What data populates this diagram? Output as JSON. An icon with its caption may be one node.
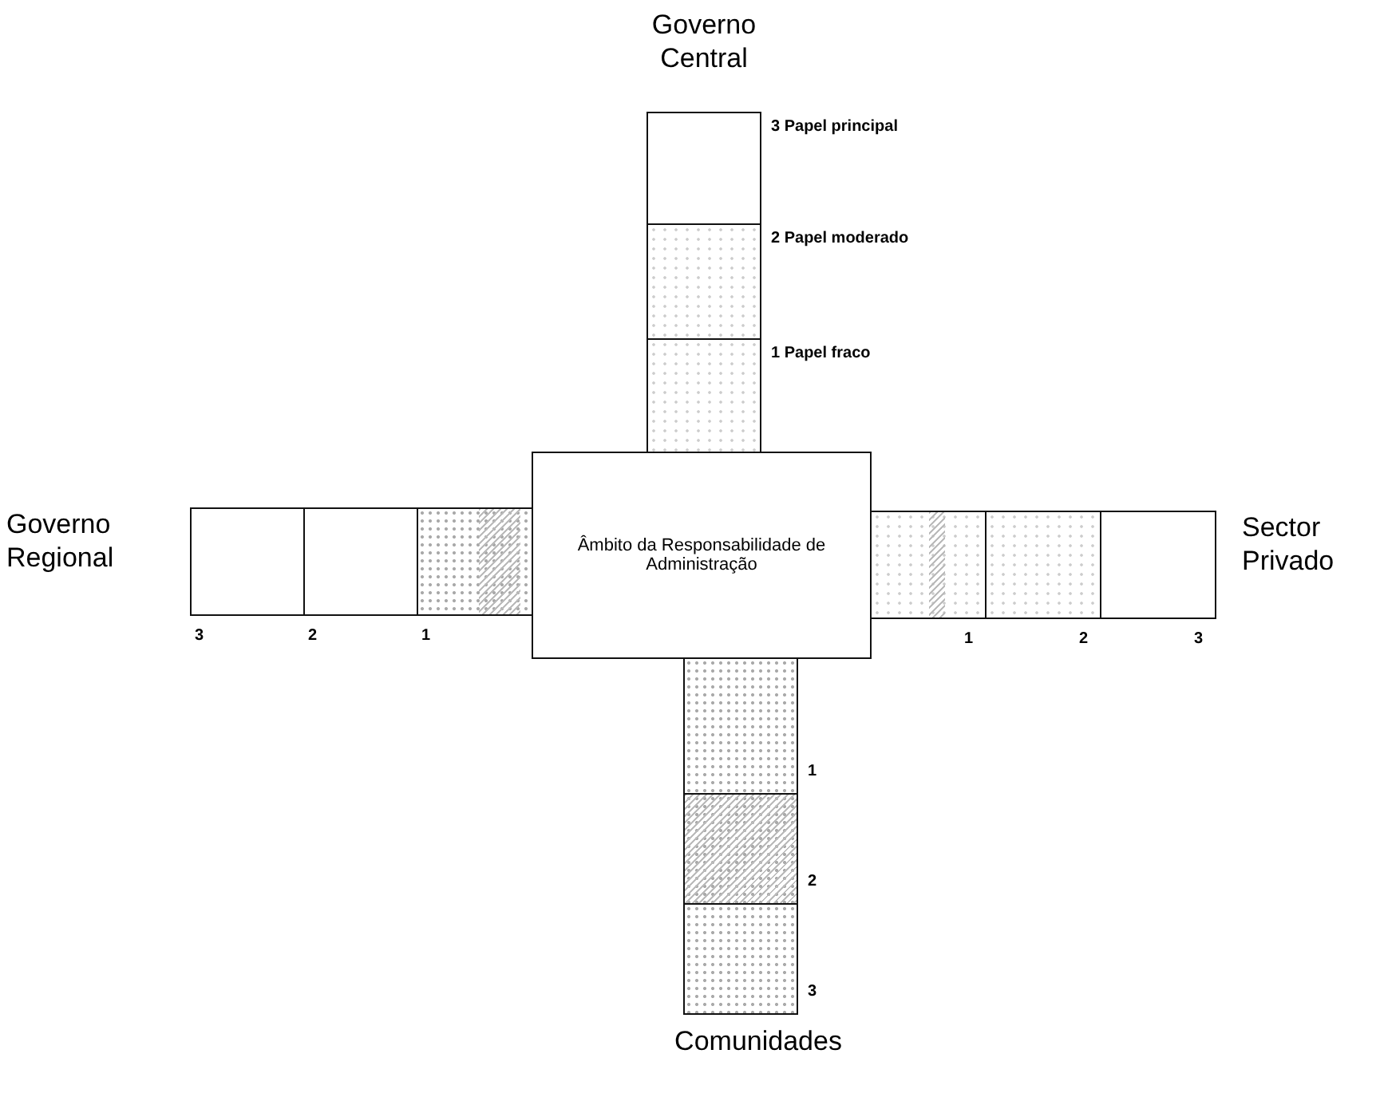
{
  "diagram": {
    "nodes": [
      {
        "text": [],
        "shape": "box",
        "beside": [
          "3 Papel principal"
        ]
      },
      {
        "text": [],
        "shape": "box",
        "beside": [
          "2 Papel moderado"
        ]
      },
      {
        "text": [],
        "shape": "box",
        "beside": [
          "1 Papel fraco"
        ]
      },
      {
        "text": [],
        "shape": "box",
        "beside": [
          "3"
        ]
      },
      {
        "text": [],
        "shape": "box",
        "beside": [
          "2"
        ]
      },
      {
        "text": [],
        "shape": "box",
        "beside": [
          "1"
        ]
      },
      {
        "text": [
          "Âmbito da Responsabilidade de Administração"
        ]
      },
      {
        "text": [],
        "shape": "box",
        "beside": [
          "1"
        ]
      },
      {
        "text": [],
        "shape": "box",
        "beside": [
          "2"
        ]
      },
      {
        "text": [],
        "shape": "box",
        "beside": [
          "3"
        ]
      },
      {
        "text": [],
        "shape": "box",
        "beside": [
          "1"
        ]
      },
      {
        "text": [],
        "shape": "box",
        "beside": [
          "2"
        ]
      },
      {
        "text": [],
        "shape": "box",
        "beside": [
          "3"
        ]
      }
    ],
    "labels": [
      "Governo Central",
      "Governo Regional",
      "Sector Privado",
      "Comunidades"
    ]
  }
}
